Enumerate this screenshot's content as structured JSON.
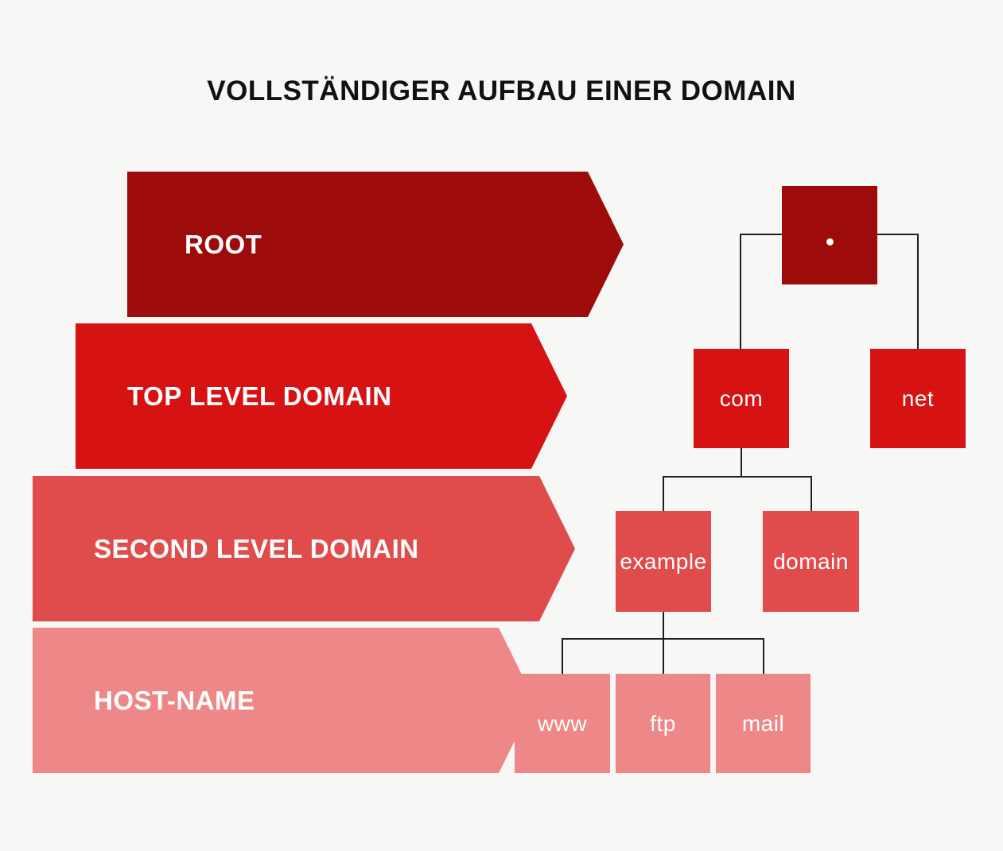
{
  "title": "VOLLSTÄNDIGER AUFBAU EINER DOMAIN",
  "colors": {
    "background": "#f7f7f6",
    "level1_root": "#9e0b0b",
    "level2_tld": "#d61212",
    "level3_sld": "#e04b4b",
    "level4_host": "#ee8787",
    "connector": "#1f1f1f",
    "title_text": "#111111",
    "label_text": "#ffffff"
  },
  "levels": [
    {
      "name": "root",
      "label": "ROOT"
    },
    {
      "name": "top-level-domain",
      "label": "TOP LEVEL DOMAIN"
    },
    {
      "name": "second-level-domain",
      "label": "SECOND LEVEL DOMAIN"
    },
    {
      "name": "host-name",
      "label": "HOST-NAME"
    }
  ],
  "tree": {
    "root": {
      "label": "."
    },
    "tld_nodes": [
      {
        "label": "com"
      },
      {
        "label": "net"
      }
    ],
    "sld_nodes": [
      {
        "label": "example"
      },
      {
        "label": "domain"
      }
    ],
    "host_nodes": [
      {
        "label": "www"
      },
      {
        "label": "ftp"
      },
      {
        "label": "mail"
      }
    ]
  }
}
